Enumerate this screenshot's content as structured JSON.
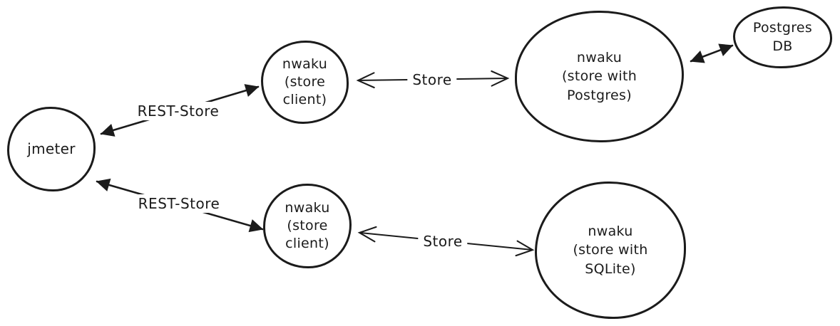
{
  "canvas": {
    "background": "#ffffff",
    "ink": "#1b1b1b"
  },
  "nodes": [
    {
      "id": "jmeter",
      "shape": "ellipse",
      "label": "jmeter"
    },
    {
      "id": "nwaku-store-client-top",
      "shape": "ellipse",
      "label": "nwaku\n(store\nclient)"
    },
    {
      "id": "nwaku-store-postgres",
      "shape": "ellipse",
      "label": "nwaku\n(store with\nPostgres)"
    },
    {
      "id": "postgres-db",
      "shape": "ellipse",
      "label": "Postgres\nDB"
    },
    {
      "id": "nwaku-store-client-bottom",
      "shape": "ellipse",
      "label": "nwaku\n(store\nclient)"
    },
    {
      "id": "nwaku-store-sqlite",
      "shape": "ellipse",
      "label": "nwaku\n(store with\nSQLite)"
    }
  ],
  "edges": [
    {
      "id": "rest-store-top",
      "label": "REST-Store",
      "from": "jmeter",
      "to": "nwaku-store-client-top",
      "direction": "bidirectional",
      "arrowhead": "filled"
    },
    {
      "id": "store-top",
      "label": "Store",
      "from": "nwaku-store-client-top",
      "to": "nwaku-store-postgres",
      "direction": "bidirectional",
      "arrowhead": "chevron"
    },
    {
      "id": "postgres-db-link",
      "label": "",
      "from": "nwaku-store-postgres",
      "to": "postgres-db",
      "direction": "bidirectional",
      "arrowhead": "filled"
    },
    {
      "id": "rest-store-bottom",
      "label": "REST-Store",
      "from": "jmeter",
      "to": "nwaku-store-client-bottom",
      "direction": "bidirectional",
      "arrowhead": "filled"
    },
    {
      "id": "store-bottom",
      "label": "Store",
      "from": "nwaku-store-client-bottom",
      "to": "nwaku-store-sqlite",
      "direction": "bidirectional",
      "arrowhead": "chevron"
    }
  ]
}
